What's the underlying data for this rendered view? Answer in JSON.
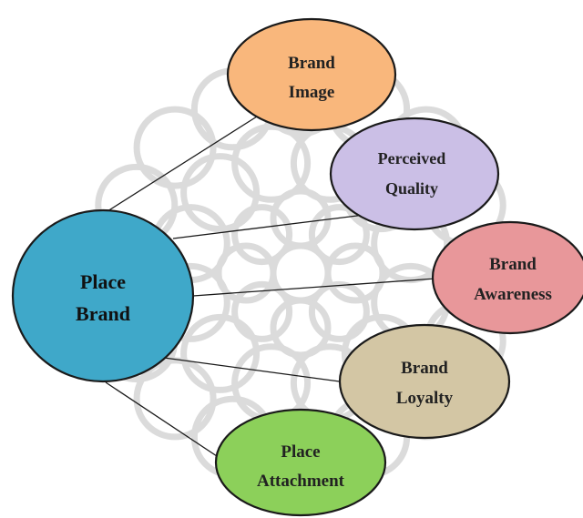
{
  "center": {
    "line1": "Place",
    "line2": "Brand",
    "color": "#3fa8c9"
  },
  "nodes": [
    {
      "line1": "Brand",
      "line2": "Image",
      "color": "#f9b77c"
    },
    {
      "line1": "Perceived",
      "line2": "Quality",
      "color": "#cbbfe6"
    },
    {
      "line1": "Brand",
      "line2": "Awareness",
      "color": "#e8979a"
    },
    {
      "line1": "Brand",
      "line2": "Loyalty",
      "color": "#d3c6a4"
    },
    {
      "line1": "Place",
      "line2": "Attachment",
      "color": "#8cd05a"
    }
  ],
  "colors": {
    "outline": "#1a1a1a",
    "connector": "#1a1a1a",
    "watermark": "#b0b0b0"
  }
}
